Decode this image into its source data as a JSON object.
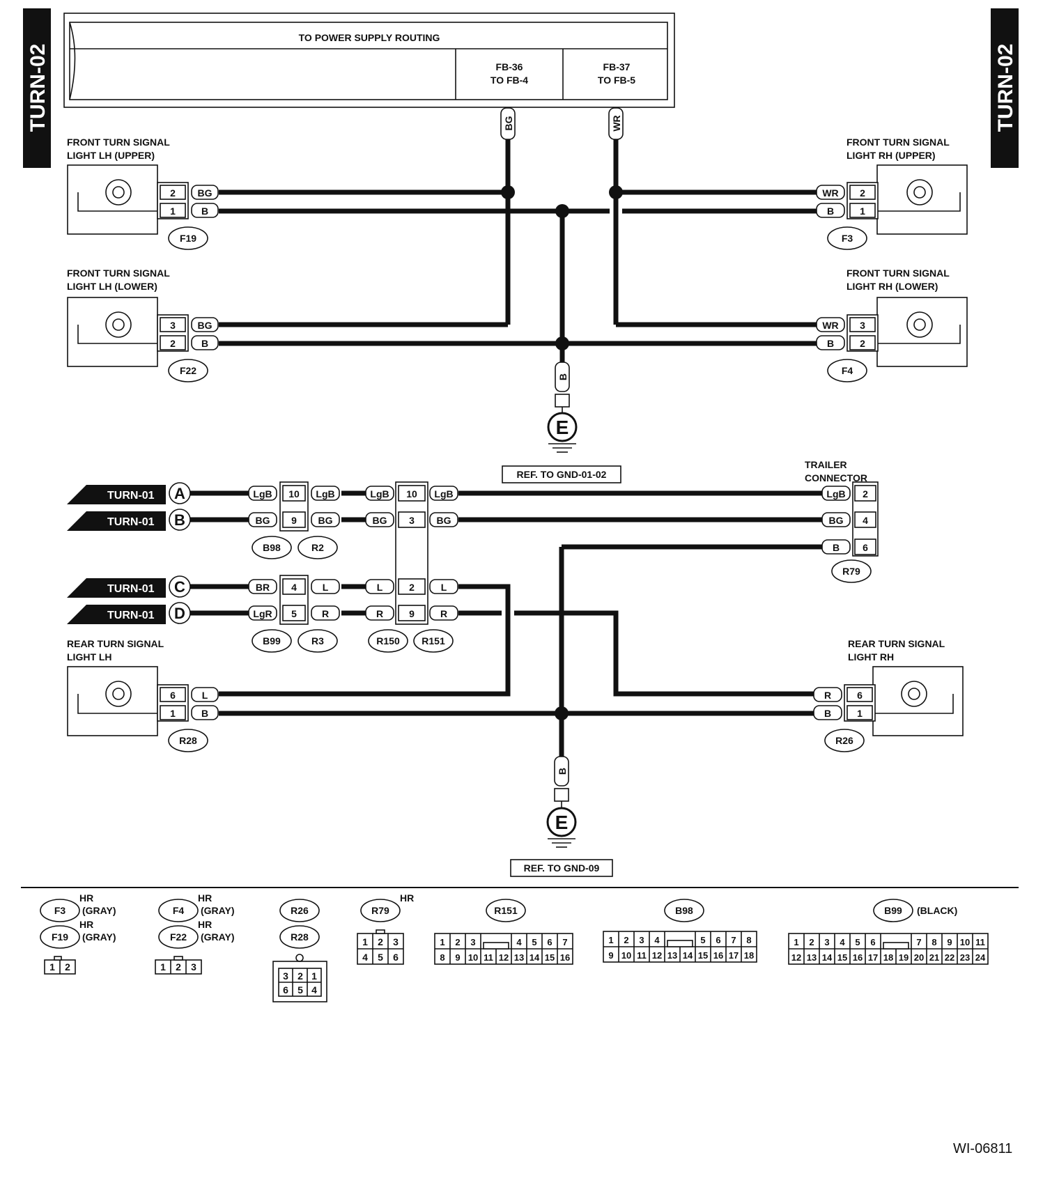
{
  "page": {
    "side_tab": "TURN-02",
    "doc_id": "WI-06811"
  },
  "power_routing": {
    "title": "TO POWER SUPPLY ROUTING",
    "fb36": "FB-36",
    "fb36_to": "TO FB-4",
    "fb37": "FB-37",
    "fb37_to": "TO FB-5"
  },
  "wires": {
    "BG": "BG",
    "B": "B",
    "WR": "WR",
    "LgB": "LgB",
    "BR": "BR",
    "L": "L",
    "LgR": "LgR",
    "R": "R"
  },
  "front": {
    "lh_upper": {
      "label1": "FRONT TURN SIGNAL",
      "label2": "LIGHT LH (UPPER)",
      "pins": [
        "2",
        "1"
      ],
      "conn": "F19"
    },
    "lh_lower": {
      "label1": "FRONT TURN SIGNAL",
      "label2": "LIGHT LH (LOWER)",
      "pins": [
        "3",
        "2"
      ],
      "conn": "F22"
    },
    "rh_upper": {
      "label1": "FRONT TURN SIGNAL",
      "label2": "LIGHT RH (UPPER)",
      "pins": [
        "2",
        "1"
      ],
      "conn": "F3"
    },
    "rh_lower": {
      "label1": "FRONT TURN SIGNAL",
      "label2": "LIGHT RH (LOWER)",
      "pins": [
        "3",
        "2"
      ],
      "conn": "F4"
    }
  },
  "grounds": {
    "letter": "E",
    "ref1": "REF. TO GND-01-02",
    "ref2": "REF. TO GND-09"
  },
  "turn_inputs": [
    {
      "ref": "TURN-01",
      "letter": "A"
    },
    {
      "ref": "TURN-01",
      "letter": "B"
    },
    {
      "ref": "TURN-01",
      "letter": "C"
    },
    {
      "ref": "TURN-01",
      "letter": "D"
    }
  ],
  "connectors": {
    "B98": "B98",
    "R2": "R2",
    "B99": "B99",
    "R3": "R3",
    "R150": "R150",
    "R151": "R151",
    "R79": "R79",
    "pins_b98": [
      "10",
      "9"
    ],
    "pins_b99": [
      "4",
      "5"
    ],
    "pins_r150_top": [
      "10",
      "3"
    ],
    "pins_r150_bot": [
      "2",
      "9"
    ]
  },
  "trailer": {
    "label1": "TRAILER",
    "label2": "CONNECTOR",
    "pins": [
      "2",
      "4",
      "6"
    ]
  },
  "rear": {
    "lh": {
      "label1": "REAR TURN SIGNAL",
      "label2": "LIGHT LH",
      "pins": [
        "6",
        "1"
      ],
      "conn": "R28"
    },
    "rh": {
      "label1": "REAR TURN SIGNAL",
      "label2": "LIGHT RH",
      "pins": [
        "6",
        "1"
      ],
      "conn": "R26"
    }
  },
  "legend": {
    "hr": "HR",
    "gray": "(GRAY)",
    "black": "(BLACK)",
    "f3": "F3",
    "f19": "F19",
    "f4": "F4",
    "f22": "F22",
    "r26": "R26",
    "r28": "R28",
    "r79": "R79",
    "r151": "R151",
    "b98": "B98",
    "b99": "B99",
    "grid_2": [
      "1",
      "2"
    ],
    "grid_3": [
      "1",
      "2",
      "3"
    ],
    "grid_r26": [
      "3",
      "2",
      "1",
      "6",
      "5",
      "4"
    ],
    "grid_r79": [
      "1",
      "2",
      "3",
      "4",
      "5",
      "6"
    ],
    "grid_r151_top": [
      "1",
      "2",
      "3",
      "4",
      "5",
      "6",
      "7"
    ],
    "grid_r151_bot": [
      "8",
      "9",
      "10",
      "11",
      "12",
      "13",
      "14",
      "15",
      "16"
    ],
    "grid_b98_top": [
      "1",
      "2",
      "3",
      "4",
      "5",
      "6",
      "7",
      "8"
    ],
    "grid_b98_bot": [
      "9",
      "10",
      "11",
      "12",
      "13",
      "14",
      "15",
      "16",
      "17",
      "18"
    ],
    "grid_b99_top": [
      "1",
      "2",
      "3",
      "4",
      "5",
      "6",
      "7",
      "8",
      "9",
      "10",
      "11"
    ],
    "grid_b99_bot": [
      "12",
      "13",
      "14",
      "15",
      "16",
      "17",
      "18",
      "19",
      "20",
      "21",
      "22",
      "23",
      "24"
    ]
  }
}
